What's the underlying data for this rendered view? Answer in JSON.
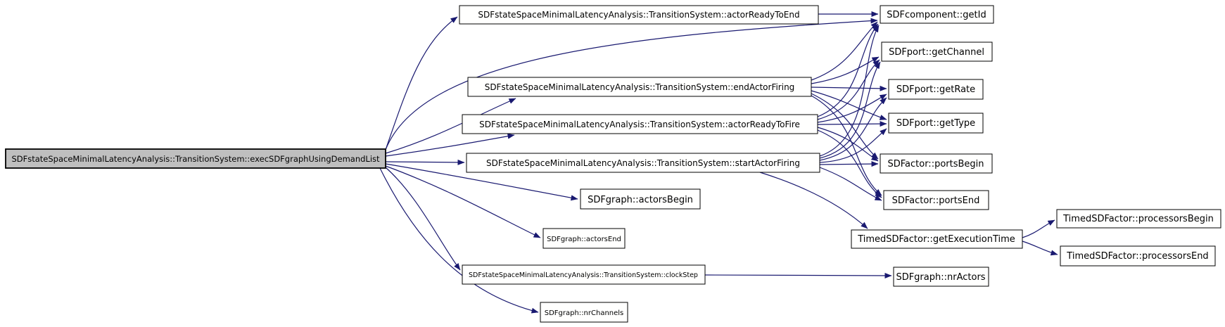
{
  "graph": {
    "type": "doxygen-call-graph",
    "colors": {
      "edge": "#191970",
      "node_border": "#000000",
      "node_fill": "#ffffff",
      "highlight_node_fill": "#bfbfbf",
      "text": "#000000",
      "background": "#ffffff"
    },
    "nodes": {
      "exec": {
        "label": "SDFstateSpaceMinimalLatencyAnalysis::TransitionSystem::execSDFgraphUsingDemandList",
        "highlighted": true
      },
      "actorReadyToEnd": {
        "label": "SDFstateSpaceMinimalLatencyAnalysis::TransitionSystem::actorReadyToEnd"
      },
      "endActorFiring": {
        "label": "SDFstateSpaceMinimalLatencyAnalysis::TransitionSystem::endActorFiring"
      },
      "actorReadyToFire": {
        "label": "SDFstateSpaceMinimalLatencyAnalysis::TransitionSystem::actorReadyToFire"
      },
      "startActorFiring": {
        "label": "SDFstateSpaceMinimalLatencyAnalysis::TransitionSystem::startActorFiring"
      },
      "actorsBegin": {
        "label": "SDFgraph::actorsBegin"
      },
      "actorsEnd": {
        "label": "SDFgraph::actorsEnd"
      },
      "clockStep": {
        "label": "SDFstateSpaceMinimalLatencyAnalysis::TransitionSystem::clockStep"
      },
      "nrChannels": {
        "label": "SDFgraph::nrChannels"
      },
      "getId": {
        "label": "SDFcomponent::getId"
      },
      "getChannel": {
        "label": "SDFport::getChannel"
      },
      "getRate": {
        "label": "SDFport::getRate"
      },
      "getType": {
        "label": "SDFport::getType"
      },
      "portsBegin": {
        "label": "SDFactor::portsBegin"
      },
      "portsEnd": {
        "label": "SDFactor::portsEnd"
      },
      "getExecutionTime": {
        "label": "TimedSDFactor::getExecutionTime"
      },
      "nrActors": {
        "label": "SDFgraph::nrActors"
      },
      "processorsBegin": {
        "label": "TimedSDFactor::processorsBegin"
      },
      "processorsEnd": {
        "label": "TimedSDFactor::processorsEnd"
      }
    },
    "edges": [
      {
        "from": "exec",
        "to": "actorReadyToEnd"
      },
      {
        "from": "exec",
        "to": "getId"
      },
      {
        "from": "exec",
        "to": "endActorFiring"
      },
      {
        "from": "exec",
        "to": "actorReadyToFire"
      },
      {
        "from": "exec",
        "to": "startActorFiring"
      },
      {
        "from": "exec",
        "to": "actorsBegin"
      },
      {
        "from": "exec",
        "to": "actorsEnd"
      },
      {
        "from": "exec",
        "to": "clockStep"
      },
      {
        "from": "exec",
        "to": "nrChannels"
      },
      {
        "from": "actorReadyToEnd",
        "to": "getId"
      },
      {
        "from": "endActorFiring",
        "to": "getId"
      },
      {
        "from": "endActorFiring",
        "to": "getChannel"
      },
      {
        "from": "endActorFiring",
        "to": "getRate"
      },
      {
        "from": "endActorFiring",
        "to": "getType"
      },
      {
        "from": "endActorFiring",
        "to": "portsBegin"
      },
      {
        "from": "endActorFiring",
        "to": "portsEnd"
      },
      {
        "from": "actorReadyToFire",
        "to": "getId"
      },
      {
        "from": "actorReadyToFire",
        "to": "getChannel"
      },
      {
        "from": "actorReadyToFire",
        "to": "getRate"
      },
      {
        "from": "actorReadyToFire",
        "to": "getType"
      },
      {
        "from": "actorReadyToFire",
        "to": "portsBegin"
      },
      {
        "from": "actorReadyToFire",
        "to": "portsEnd"
      },
      {
        "from": "startActorFiring",
        "to": "getId"
      },
      {
        "from": "startActorFiring",
        "to": "getChannel"
      },
      {
        "from": "startActorFiring",
        "to": "getRate"
      },
      {
        "from": "startActorFiring",
        "to": "getType"
      },
      {
        "from": "startActorFiring",
        "to": "portsBegin"
      },
      {
        "from": "startActorFiring",
        "to": "portsEnd"
      },
      {
        "from": "startActorFiring",
        "to": "getExecutionTime"
      },
      {
        "from": "clockStep",
        "to": "nrActors"
      },
      {
        "from": "getExecutionTime",
        "to": "processorsBegin"
      },
      {
        "from": "getExecutionTime",
        "to": "processorsEnd"
      }
    ]
  }
}
